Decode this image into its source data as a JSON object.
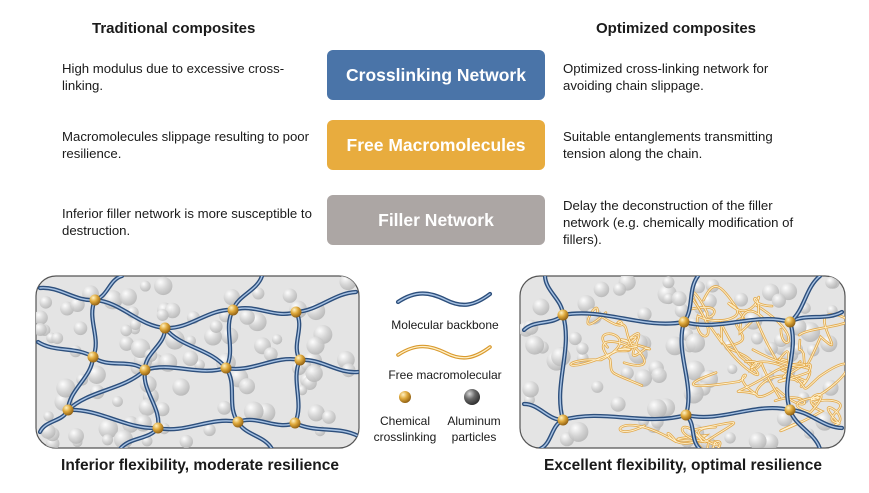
{
  "headings": {
    "left": "Traditional composites",
    "right": "Optimized composites"
  },
  "rows": [
    {
      "pill_label": "Crosslinking Network",
      "left_text": "High modulus due to excessive cross-linking.",
      "right_text": "Optimized cross-linking network for avoiding chain slippage."
    },
    {
      "pill_label": "Free Macromolecules",
      "left_text": "Macromolecules slippage resulting to poor resilience.",
      "right_text": "Suitable entanglements transmitting tension along the chain."
    },
    {
      "pill_label": "Filler Network",
      "left_text": "Inferior filler network is more susceptible to destruction.",
      "right_text": "Delay the deconstruction of the filler network (e.g. chemically modification of fillers)."
    }
  ],
  "legend": {
    "backbone": "Molecular backbone",
    "free": "Free macromolecular",
    "crosslink": "Chemical crosslinking",
    "particles": "Aluminum particles"
  },
  "captions": {
    "left": "Inferior flexibility, moderate resilience",
    "right": "Excellent flexibility, optimal resilience"
  },
  "colors": {
    "crosslinking_pill": "#4a74a8",
    "free_pill": "#e8ac3e",
    "filler_pill": "#aca6a4",
    "backbone_line": "#5478a6",
    "free_chain": "#f2c66e",
    "crosslink_node": "#c9962a",
    "particle": "#9a9a9a",
    "panel_bg": "#e4e4e4"
  }
}
